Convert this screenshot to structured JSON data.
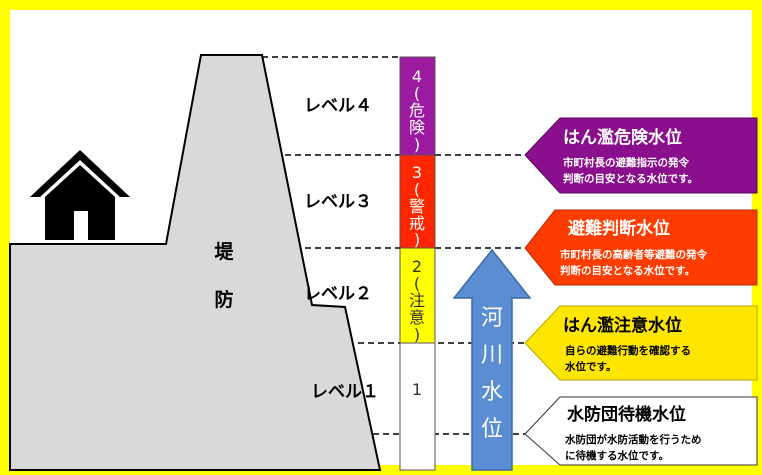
{
  "colors": {
    "frame": "#ffff00",
    "embankment": "#d9d9d9",
    "house": "#000000",
    "level4": "#9b1aa0",
    "level3": "#ff2600",
    "level2": "#ffff00",
    "level1": "#ffffff",
    "arrow": "#5b8dd2",
    "sign_danger": "#8a0f8c",
    "sign_warning": "#ff3c00",
    "sign_caution": "#ffe600",
    "sign_standby": "#ffffff"
  },
  "embankment_label": [
    "堤",
    "防"
  ],
  "levels": [
    {
      "name": "レベル４",
      "number": "4",
      "chars": [
        "(",
        "危",
        "険",
        ")"
      ]
    },
    {
      "name": "レベル３",
      "number": "3",
      "chars": [
        "(",
        "警",
        "戒",
        ")"
      ]
    },
    {
      "name": "レベル２",
      "number": "2",
      "chars": [
        "(",
        "注",
        "意",
        ")"
      ]
    },
    {
      "name": "レベル１",
      "number": "1",
      "chars": []
    }
  ],
  "river_level_chars": [
    "河",
    "川",
    "水",
    "位"
  ],
  "signs": [
    {
      "title": "はん濫危険水位",
      "desc": [
        "市町村長の避難指示の発令",
        "判断の目安となる水位です。"
      ]
    },
    {
      "title": "避難判断水位",
      "desc": [
        "市町村長の高齢者等避難の発令",
        "判断の目安となる水位です。"
      ]
    },
    {
      "title": "はん濫注意水位",
      "desc": [
        "自らの避難行動を確認する",
        "水位です。"
      ]
    },
    {
      "title": "水防団待機水位",
      "desc": [
        "水防団が水防活動を行うため",
        "に待機する水位です。"
      ]
    }
  ]
}
